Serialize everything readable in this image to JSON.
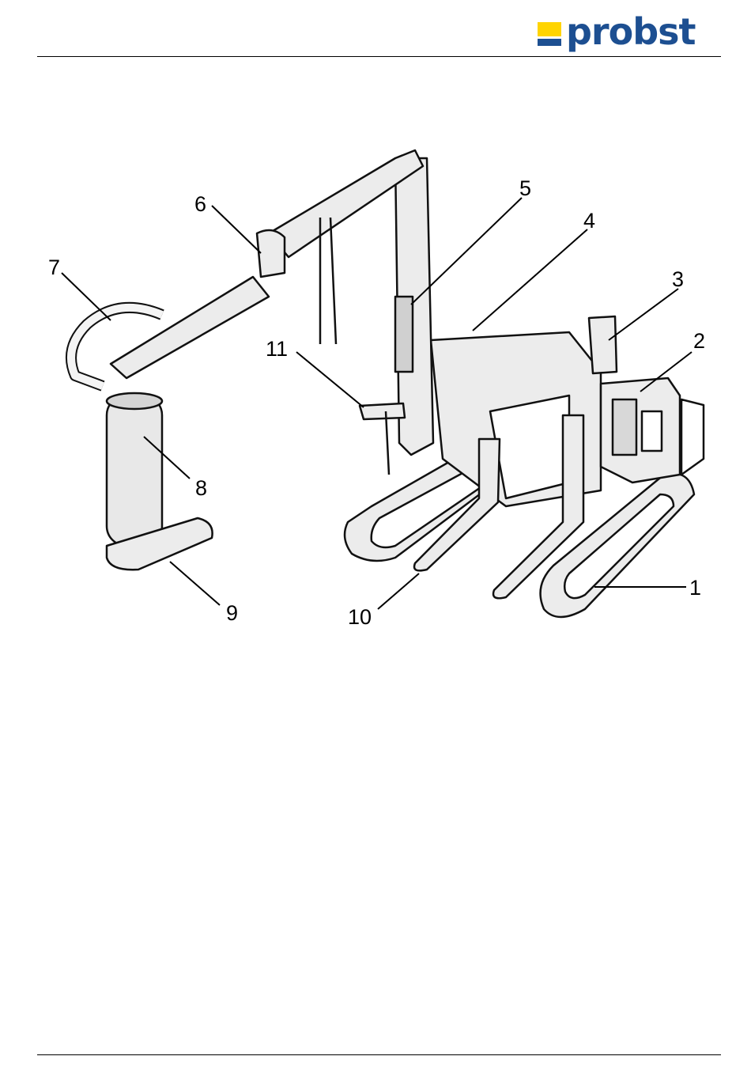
{
  "brand": {
    "name": "probst",
    "colors": {
      "yellow": "#ffd400",
      "blue": "#1d4f91"
    }
  },
  "figure": {
    "callouts": [
      {
        "id": "1",
        "label": "1"
      },
      {
        "id": "2",
        "label": "2"
      },
      {
        "id": "3",
        "label": "3"
      },
      {
        "id": "4",
        "label": "4"
      },
      {
        "id": "5",
        "label": "5"
      },
      {
        "id": "6",
        "label": "6"
      },
      {
        "id": "7",
        "label": "7"
      },
      {
        "id": "8",
        "label": "8"
      },
      {
        "id": "9",
        "label": "9"
      },
      {
        "id": "10",
        "label": "10"
      },
      {
        "id": "11",
        "label": "11"
      }
    ]
  }
}
